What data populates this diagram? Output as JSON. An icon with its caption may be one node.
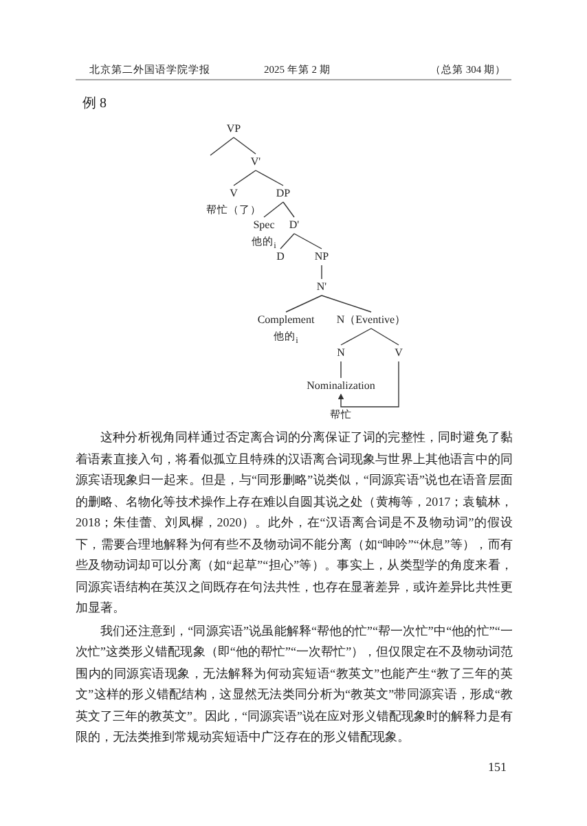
{
  "diagram": {
    "nodes": [
      {
        "text": [
          "VP"
        ]
      },
      {
        "text": [
          "V'"
        ]
      },
      {
        "text": [
          "V",
          "帮忙（了）"
        ]
      },
      {
        "text": [
          "DP"
        ]
      },
      {
        "text": [
          "Spec",
          "他的$_{i}$"
        ]
      },
      {
        "text": [
          "D'"
        ]
      },
      {
        "text": [
          "D"
        ]
      },
      {
        "text": [
          "NP"
        ]
      },
      {
        "text": [
          "N'"
        ]
      },
      {
        "text": [
          "Complement",
          "他的$_{i}$"
        ]
      },
      {
        "text": [
          "N（Eventive）"
        ]
      },
      {
        "text": [
          "N"
        ]
      },
      {
        "text": [
          "V"
        ]
      },
      {
        "text": [
          "Nominalization"
        ]
      }
    ],
    "edges": [
      {
        "from": 0,
        "to": null,
        "arrow": "none"
      },
      {
        "from": 0,
        "to": 1,
        "arrow": "none"
      },
      {
        "from": 1,
        "to": 2,
        "arrow": "none"
      },
      {
        "from": 1,
        "to": 3,
        "arrow": "none"
      },
      {
        "from": 3,
        "to": 4,
        "arrow": "none"
      },
      {
        "from": 3,
        "to": 5,
        "arrow": "none"
      },
      {
        "from": 5,
        "to": 6,
        "arrow": "none"
      },
      {
        "from": 5,
        "to": 7,
        "arrow": "none"
      },
      {
        "from": 7,
        "to": 8,
        "arrow": "none"
      },
      {
        "from": 8,
        "to": 9,
        "arrow": "none"
      },
      {
        "from": 8,
        "to": 10,
        "arrow": "none"
      },
      {
        "from": 10,
        "to": 11,
        "arrow": "none"
      },
      {
        "from": 10,
        "to": 12,
        "arrow": "none"
      },
      {
        "from": 11,
        "to": 13,
        "arrow": "none"
      },
      {
        "from": 12,
        "to": 13,
        "arrow": "to"
      }
    ],
    "labels": [
      "北京第二外国语学院学报",
      "2025 年第 2 期",
      "（总第 304 期）",
      "例 8",
      "帮忙",
      "这种分析视角同样通过否定离合词的分离保证了词的完整性，同时避免了黏着语素直接入句，将看似孤立且特殊的汉语离合词现象与世界上其他语言中的同源宾语现象归一起来。但是，与“同形删略”说类似，“同源宾语”说也在语音层面的删略、名物化等技术操作上存在难以自圆其说之处（黄梅等，2017；袁毓林，2018；朱佳蕾、刘凤樨，2020）。此外，在“汉语离合词是不及物动词”的假设下，需要合理地解释为何有些不及物动词不能分离（如“呻吟”“休息”等），而有些及物动词却可以分离（如“起草”“担心”等）。事实上，从类型学的角度来看，同源宾语结构在英汉之间既存在句法共性，也存在显著差异，或许差异比共性更加显著。",
      "我们还注意到，“同源宾语”说虽能解释“帮他的忙”“帮一次忙”中“他的忙”“一次忙”这类形义错配现象（即“他的帮忙”“一次帮忙”），但仅限定在不及物动词范围内的同源宾语现象，无法解释为何动宾短语“教英文”也能产生“教了三年的英文”这样的形义错配结构，这显然无法类同分析为“教英文”带同源宾语，形成“教英文了三年的教英文”。因此，“同源宾语”说在应对形义错配现象时的解释力是有限的，无法类推到常规动宾短语中广泛存在的形义错配现象。",
      "151"
    ]
  }
}
